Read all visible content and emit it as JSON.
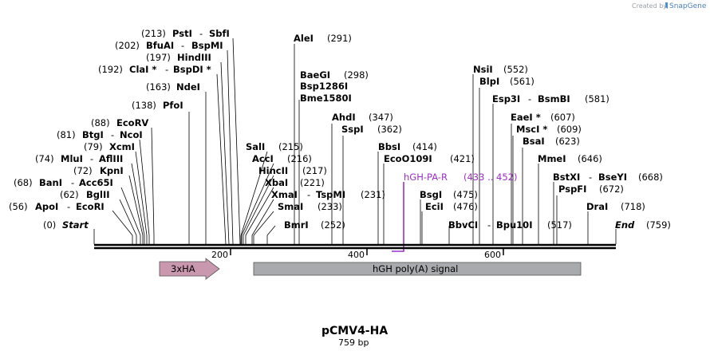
{
  "credit": {
    "prefix": "Created by",
    "brand": "SnapGene"
  },
  "plasmid": {
    "name": "pCMV4-HA",
    "length_label": "759 bp"
  },
  "scale": {
    "total_bp": 759,
    "ticks": [
      "200",
      "400",
      "600"
    ]
  },
  "features": [
    {
      "name": "3xHA",
      "type": "arrow",
      "color": "#c997ae"
    },
    {
      "name": "hGH poly(A) signal",
      "type": "box",
      "color": "#a8aaae"
    }
  ],
  "primer": {
    "name": "hGH-PA-R",
    "range": "(433 .. 452)",
    "color": "#9b30c8"
  },
  "sites": [
    {
      "pos": "(0)",
      "name": "Start",
      "special": true
    },
    {
      "pos": "(56)",
      "name": "ApoI",
      "extra": "EcoRI"
    },
    {
      "pos": "(62)",
      "name": "BglII"
    },
    {
      "pos": "(68)",
      "name": "BanI",
      "extra": "Acc65I"
    },
    {
      "pos": "(72)",
      "name": "KpnI"
    },
    {
      "pos": "(74)",
      "name": "MluI",
      "extra": "AflIII"
    },
    {
      "pos": "(79)",
      "name": "XcmI"
    },
    {
      "pos": "(81)",
      "name": "BtgI",
      "extra": "NcoI"
    },
    {
      "pos": "(88)",
      "name": "EcoRV"
    },
    {
      "pos": "(138)",
      "name": "PfoI"
    },
    {
      "pos": "(163)",
      "name": "NdeI"
    },
    {
      "pos": "(192)",
      "name": "ClaI *",
      "extra": "BspDI *"
    },
    {
      "pos": "(197)",
      "name": "HindIII"
    },
    {
      "pos": "(202)",
      "name": "BfuAI",
      "extra": "BspMI"
    },
    {
      "pos": "(213)",
      "name": "PstI",
      "extra": "SbfI"
    },
    {
      "pos": "(215)",
      "name": "SalI"
    },
    {
      "pos": "(216)",
      "name": "AccI"
    },
    {
      "pos": "(217)",
      "name": "HincII"
    },
    {
      "pos": "(221)",
      "name": "XbaI"
    },
    {
      "pos": "(231)",
      "name": "XmaI",
      "extra": "TspMI"
    },
    {
      "pos": "(233)",
      "name": "SmaI"
    },
    {
      "pos": "(252)",
      "name": "BmrI"
    },
    {
      "pos": "(291)",
      "name": "AleI"
    },
    {
      "pos": "(298)",
      "name": "BaeGI",
      "names": [
        "BaeGI",
        "Bsp1286I",
        "Bme1580I"
      ]
    },
    {
      "pos": "(347)",
      "name": "AhdI"
    },
    {
      "pos": "(362)",
      "name": "SspI"
    },
    {
      "pos": "(414)",
      "name": "BbsI"
    },
    {
      "pos": "(421)",
      "name": "EcoO109I"
    },
    {
      "pos": "(475)",
      "name": "BsgI"
    },
    {
      "pos": "(476)",
      "name": "EciI"
    },
    {
      "pos": "(517)",
      "name": "BbvCI",
      "extra": "Bpu10I"
    },
    {
      "pos": "(552)",
      "name": "NsiI"
    },
    {
      "pos": "(561)",
      "name": "BlpI"
    },
    {
      "pos": "(581)",
      "name": "Esp3I",
      "extra": "BsmBI"
    },
    {
      "pos": "(607)",
      "name": "EaeI *"
    },
    {
      "pos": "(609)",
      "name": "MscI *"
    },
    {
      "pos": "(623)",
      "name": "BsaI"
    },
    {
      "pos": "(646)",
      "name": "MmeI"
    },
    {
      "pos": "(668)",
      "name": "BstXI",
      "extra": "BseYI"
    },
    {
      "pos": "(672)",
      "name": "PspFI"
    },
    {
      "pos": "(718)",
      "name": "DraI"
    },
    {
      "pos": "(759)",
      "name": "End",
      "special": true
    }
  ]
}
